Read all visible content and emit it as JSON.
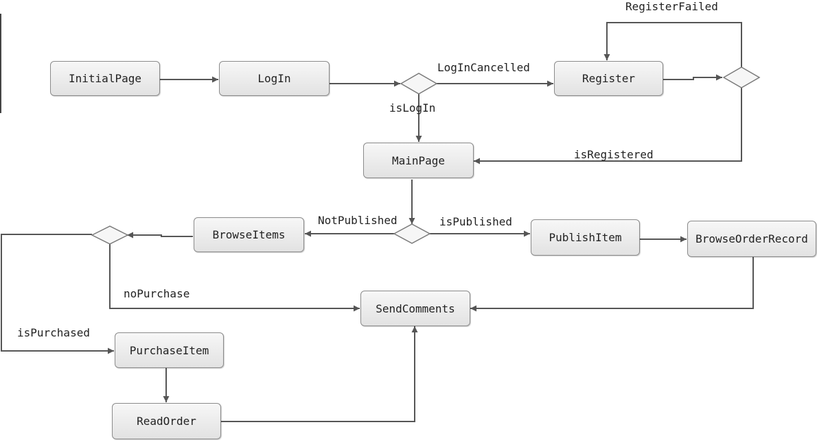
{
  "nodes": {
    "initial_page": "InitialPage",
    "log_in": "LogIn",
    "register": "Register",
    "main_page": "MainPage",
    "browse_items": "BrowseItems",
    "publish_item": "PublishItem",
    "browse_order_record": "BrowseOrderRecord",
    "send_comments": "SendComments",
    "purchase_item": "PurchaseItem",
    "read_order": "ReadOrder"
  },
  "labels": {
    "register_failed": "RegisterFailed",
    "log_in_cancelled": "LogInCancelled",
    "is_log_in": "isLogIn",
    "is_registered": "isRegistered",
    "not_published": "NotPublished",
    "is_published": "isPublished",
    "no_purchase": "noPurchase",
    "is_purchased": "isPurchased"
  },
  "colors": {
    "line": "#555555",
    "node_border": "#8a8a8a",
    "node_fill_top": "#f7f7f7",
    "node_fill_bottom": "#e2e2e2"
  }
}
